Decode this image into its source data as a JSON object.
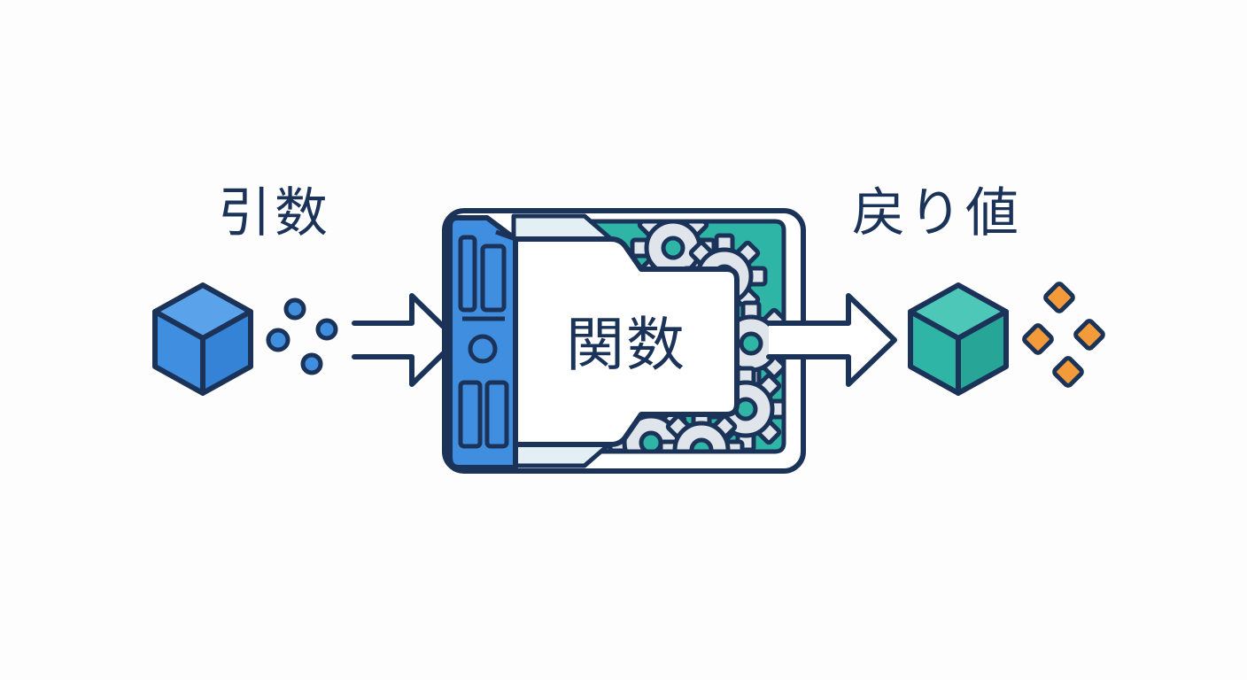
{
  "labels": {
    "input": "引数",
    "function": "関数",
    "output": "戻り値"
  },
  "colors": {
    "outline": "#1b3358",
    "input_blue": "#3f8ee0",
    "output_teal": "#2fb5a6",
    "output_orange": "#f39a3a",
    "panel_light": "#e4eef5",
    "gear_gray": "#dfe5ea",
    "background": "#fdfdfd"
  },
  "icons": {
    "input_object": "cube-icon",
    "input_particles": "dots-icon",
    "function_body": "gear-machine-icon",
    "output_object": "cube-icon",
    "output_particles": "diamond-cluster-icon"
  }
}
